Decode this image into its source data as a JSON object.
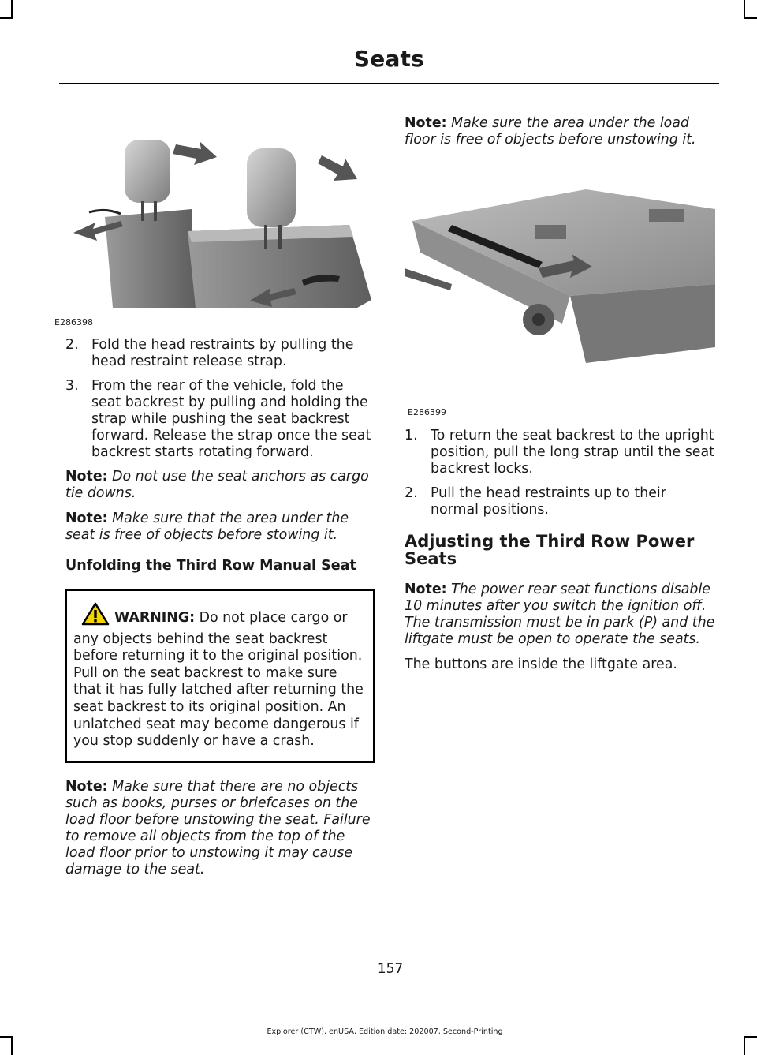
{
  "header": {
    "title": "Seats"
  },
  "left": {
    "figure_code": "E286398",
    "steps": [
      {
        "num": "2.",
        "text": "Fold the head restraints by pulling the head restraint release strap."
      },
      {
        "num": "3.",
        "text": "From the rear of the vehicle, fold the seat backrest by pulling and holding the strap while pushing the seat backrest forward. Release the strap once the seat backrest starts rotating forward."
      }
    ],
    "note1": {
      "label": "Note:",
      "text": "Do not use the seat anchors as cargo tie downs."
    },
    "note2": {
      "label": "Note:",
      "text": "Make sure that the area under the seat is free of objects before stowing it."
    },
    "subheading": "Unfolding the Third Row Manual Seat",
    "warning": {
      "label": "WARNING:",
      "text": "Do not place cargo or any objects behind the seat backrest before returning it to the original position. Pull on the seat backrest to make sure that it has fully latched after returning the seat backrest to its original position. An unlatched seat may become dangerous if you stop suddenly or have a crash."
    },
    "note3": {
      "label": "Note:",
      "text": "Make sure that there are no objects such as books, purses or briefcases on the load floor before unstowing the seat. Failure to remove all objects from the top of the load floor prior to unstowing it may cause damage to the seat."
    }
  },
  "right": {
    "note_top": {
      "label": "Note:",
      "text": "Make sure the area under the load floor is free of objects before unstowing it."
    },
    "figure_code": "E286399",
    "steps": [
      {
        "num": "1.",
        "text": "To return the seat backrest to the upright position, pull the long strap until the seat backrest locks."
      },
      {
        "num": "2.",
        "text": "Pull the head restraints up to their normal positions."
      }
    ],
    "heading": "Adjusting the Third Row Power Seats",
    "note_power": {
      "label": "Note:",
      "text": "The power rear seat functions disable 10 minutes after you switch the ignition off. The transmission must be in park (P) and the liftgate must be open to operate the seats."
    },
    "buttons_text": "The buttons are inside the liftgate area."
  },
  "page_number": "157",
  "footer": "Explorer (CTW), enUSA, Edition date: 202007, Second-Printing"
}
